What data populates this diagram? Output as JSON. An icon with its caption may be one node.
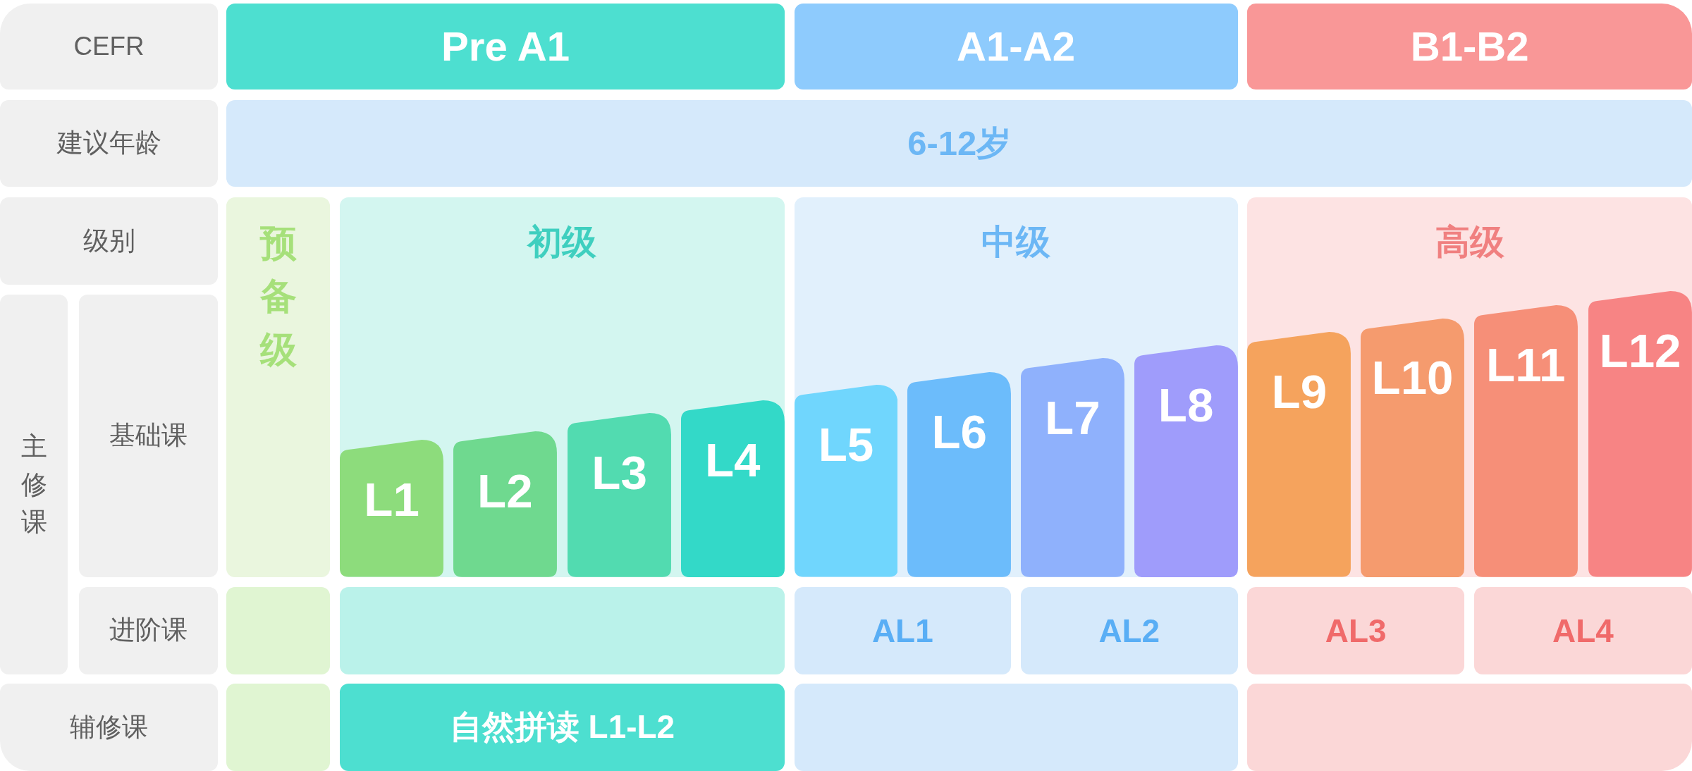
{
  "diagram": {
    "nodes": [
      {
        "text": [
          "CEFR"
        ]
      },
      {
        "text": [
          "Pre A1"
        ]
      },
      {
        "text": [
          "A1-A2"
        ]
      },
      {
        "text": [
          "B1-B2"
        ]
      },
      {
        "text": [
          "建议年龄"
        ]
      },
      {
        "text": [
          "6-12岁"
        ]
      },
      {
        "text": [
          "级别"
        ]
      },
      {
        "text": [
          "预备级"
        ]
      },
      {
        "text": [
          "初级"
        ]
      },
      {
        "text": [
          "中级"
        ]
      },
      {
        "text": [
          "高级"
        ]
      },
      {
        "text": [
          "主修课"
        ]
      },
      {
        "text": [
          "基础课"
        ]
      },
      {
        "text": [
          "L1"
        ],
        "in": 8
      },
      {
        "text": [
          "L2"
        ],
        "in": 8
      },
      {
        "text": [
          "L3"
        ],
        "in": 8
      },
      {
        "text": [
          "L4"
        ],
        "in": 8
      },
      {
        "text": [
          "L5"
        ],
        "in": 9
      },
      {
        "text": [
          "L6"
        ],
        "in": 9
      },
      {
        "text": [
          "L7"
        ],
        "in": 9
      },
      {
        "text": [
          "L8"
        ],
        "in": 9
      },
      {
        "text": [
          "L9"
        ],
        "in": 10
      },
      {
        "text": [
          "L10"
        ],
        "in": 10
      },
      {
        "text": [
          "L11"
        ],
        "in": 10
      },
      {
        "text": [
          "L12"
        ],
        "in": 10
      },
      {
        "text": [
          "进阶课"
        ]
      },
      {
        "text": [],
        "shape": "box"
      },
      {
        "text": [],
        "shape": "box"
      },
      {
        "text": [
          "AL1"
        ]
      },
      {
        "text": [
          "AL2"
        ]
      },
      {
        "text": [
          "AL3"
        ]
      },
      {
        "text": [
          "AL4"
        ]
      },
      {
        "text": [
          "辅修课"
        ]
      },
      {
        "text": [],
        "shape": "box"
      },
      {
        "text": [
          "自然拼读 L1-L2"
        ]
      },
      {
        "text": [],
        "shape": "box"
      },
      {
        "text": [],
        "shape": "box"
      }
    ]
  }
}
